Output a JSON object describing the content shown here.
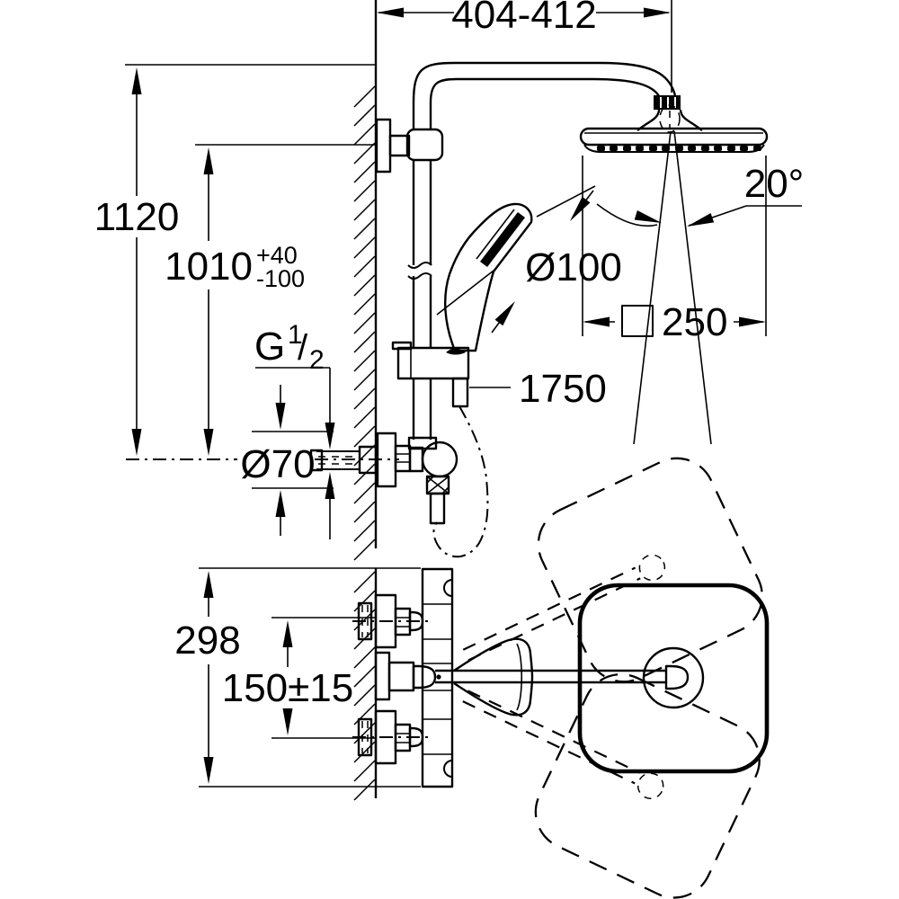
{
  "colors": {
    "background": "#ffffff",
    "line": "#000000"
  },
  "side_view": {
    "dim_top_width": "404-412",
    "dim_overall_height": "1120",
    "dim_head_height_main": "1010",
    "dim_head_height_tol_plus": "+40",
    "dim_head_height_tol_minus": "-100",
    "thread_prefix": "G",
    "thread_numerator": "1",
    "thread_slash": "/",
    "thread_denominator": "2",
    "dim_hand_shower_diameter": "Ø100",
    "dim_swivel_angle": "20°",
    "dim_head_width_symbol": "□",
    "dim_head_width_value": "250",
    "dim_hose_length": "1750",
    "dim_flange_diameter": "Ø70"
  },
  "plan_view": {
    "dim_depth": "298",
    "dim_supply_spacing": "150±15"
  }
}
